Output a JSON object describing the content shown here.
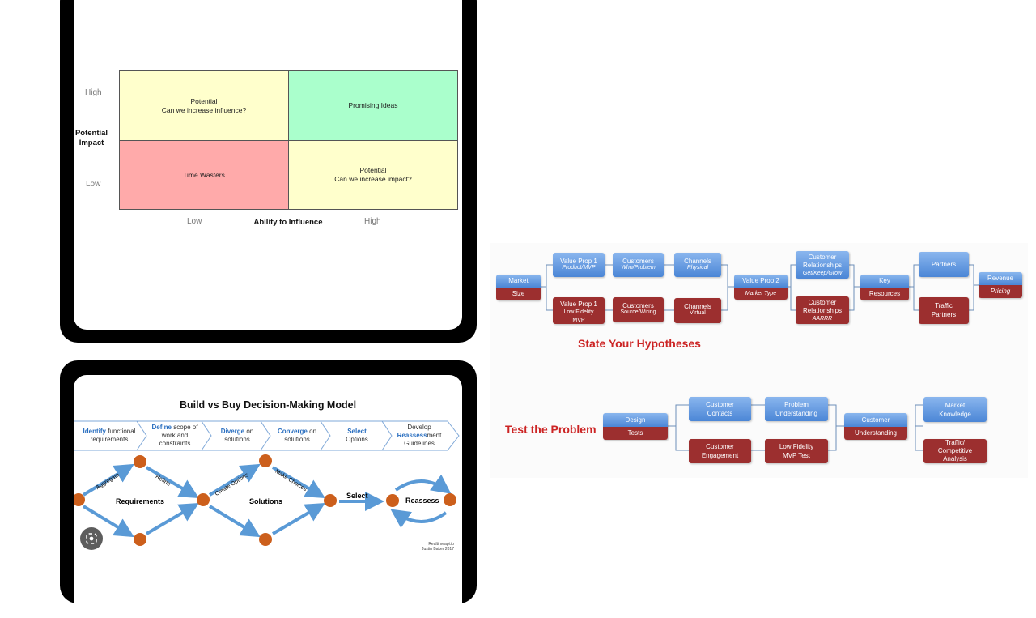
{
  "matrix": {
    "y_high": "High",
    "y_low": "Low",
    "y_title": "Potential Impact",
    "x_low": "Low",
    "x_title": "Ability to Influence",
    "x_high": "High",
    "q_top_left": "Potential\nCan we increase influence?",
    "q_top_right": "Promising Ideas",
    "q_bottom_left": "Time Wasters",
    "q_bottom_right": "Potential\nCan we increase impact?",
    "colors": {
      "yellow": "#ffffcc",
      "green": "#aaffcc",
      "red": "#ffaaaa"
    }
  },
  "decision_model": {
    "title": "Build vs Buy Decision-Making Model",
    "steps": [
      {
        "bold": "Identify",
        "rest": " functional requirements"
      },
      {
        "bold": "Define",
        "rest": " scope of work and constraints"
      },
      {
        "bold": "Diverge",
        "rest": " on solutions"
      },
      {
        "bold": "Converge",
        "rest": " on solutions"
      },
      {
        "bold": "Select",
        "rest": " Options"
      },
      {
        "pre": "Develop ",
        "bold": "Reassess",
        "rest": "ment Guidelines"
      }
    ],
    "labels": {
      "aggregate": "Aggregate",
      "refine": "Refine",
      "requirements": "Requirements",
      "create_options": "Create Options",
      "make_choices": "Make Choices",
      "solutions": "Solutions",
      "select": "Select",
      "reassess": "Reassess"
    },
    "credit_1": "Realtimeapi.io",
    "credit_2": "Justin Baker 2017"
  },
  "hypotheses": {
    "title": "State Your Hypotheses",
    "market_top": "Market",
    "market_bot": "Size",
    "vp1_top_a": "Value Prop 1",
    "vp1_top_b": "Product/MVP",
    "vp1_bot_a": "Value Prop 1",
    "vp1_bot_b": "Low Fidelity",
    "vp1_bot_c": "MVP",
    "cust_top_a": "Customers",
    "cust_top_b": "Who/Problem",
    "cust_bot_a": "Customers",
    "cust_bot_b": "Source/Wiring",
    "chan_top_a": "Channels",
    "chan_top_b": "Physical",
    "chan_bot_a": "Channels",
    "chan_bot_b": "Virtual",
    "vp2_top": "Value Prop 2",
    "vp2_bot": "Market Type",
    "cr_top_a": "Customer",
    "cr_top_b": "Relationships",
    "cr_top_c": "Get/Keep/Grow",
    "cr_bot_a": "Customer",
    "cr_bot_b": "Relationships",
    "cr_bot_c": "AARRR",
    "key_top": "Key",
    "key_bot": "Resources",
    "partners": "Partners",
    "traffic_a": "Traffic",
    "traffic_b": "Partners",
    "revenue_top": "Revenue",
    "revenue_bot": "Pricing"
  },
  "test_problem": {
    "title": "Test the Problem",
    "design_top": "Design",
    "design_bot": "Tests",
    "cc_a": "Customer",
    "cc_b": "Contacts",
    "ce_a": "Customer",
    "ce_b": "Engagement",
    "pu_a": "Problem",
    "pu_b": "Understanding",
    "lf_a": "Low Fidelity",
    "lf_b": "MVP Test",
    "cu_top": "Customer",
    "cu_bot": "Understanding",
    "mk_a": "Market",
    "mk_b": "Knowledge",
    "tc_a": "Traffic/",
    "tc_b": "Competitive",
    "tc_c": "Analysis"
  }
}
